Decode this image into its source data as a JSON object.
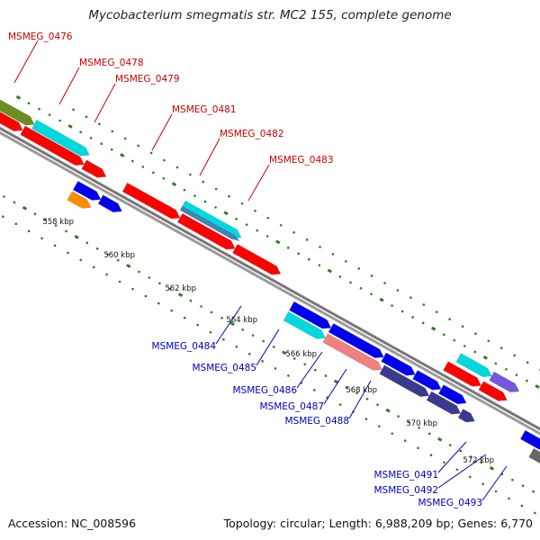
{
  "title": "Mycobacterium smegmatis str. MC2 155, complete genome",
  "accession": "Accession: NC_008596",
  "topology": "Topology: circular; Length: 6,988,209 bp; Genes: 6,770",
  "colors": {
    "backbone": "#808080",
    "forward_label": "#cc0000",
    "reverse_label": "#0000bb",
    "tick_line": "#2e7d1f",
    "red": "#ff0000",
    "cyan": "#00d8e0",
    "olive": "#6b8e23",
    "blue": "#0000ee",
    "orange": "#ff8c00",
    "pink": "#ee8080",
    "slate": "#3a3a8f",
    "steel": "#4682b4",
    "purple": "#7755dd",
    "gray": "#666666"
  },
  "kbp_labels": [
    "558 kbp",
    "560 kbp",
    "562 kbp",
    "564 kbp",
    "566 kbp",
    "568 kbp",
    "570 kbp",
    "572 kbp"
  ],
  "forward_genes": [
    "MSMEG_0476",
    "MSMEG_0478",
    "MSMEG_0479",
    "MSMEG_0481",
    "MSMEG_0482",
    "MSMEG_0483"
  ],
  "reverse_genes": [
    "MSMEG_0484",
    "MSMEG_0485",
    "MSMEG_0486",
    "MSMEG_0487",
    "MSMEG_0488",
    "MSMEG_0491",
    "MSMEG_0492",
    "MSMEG_0493"
  ]
}
